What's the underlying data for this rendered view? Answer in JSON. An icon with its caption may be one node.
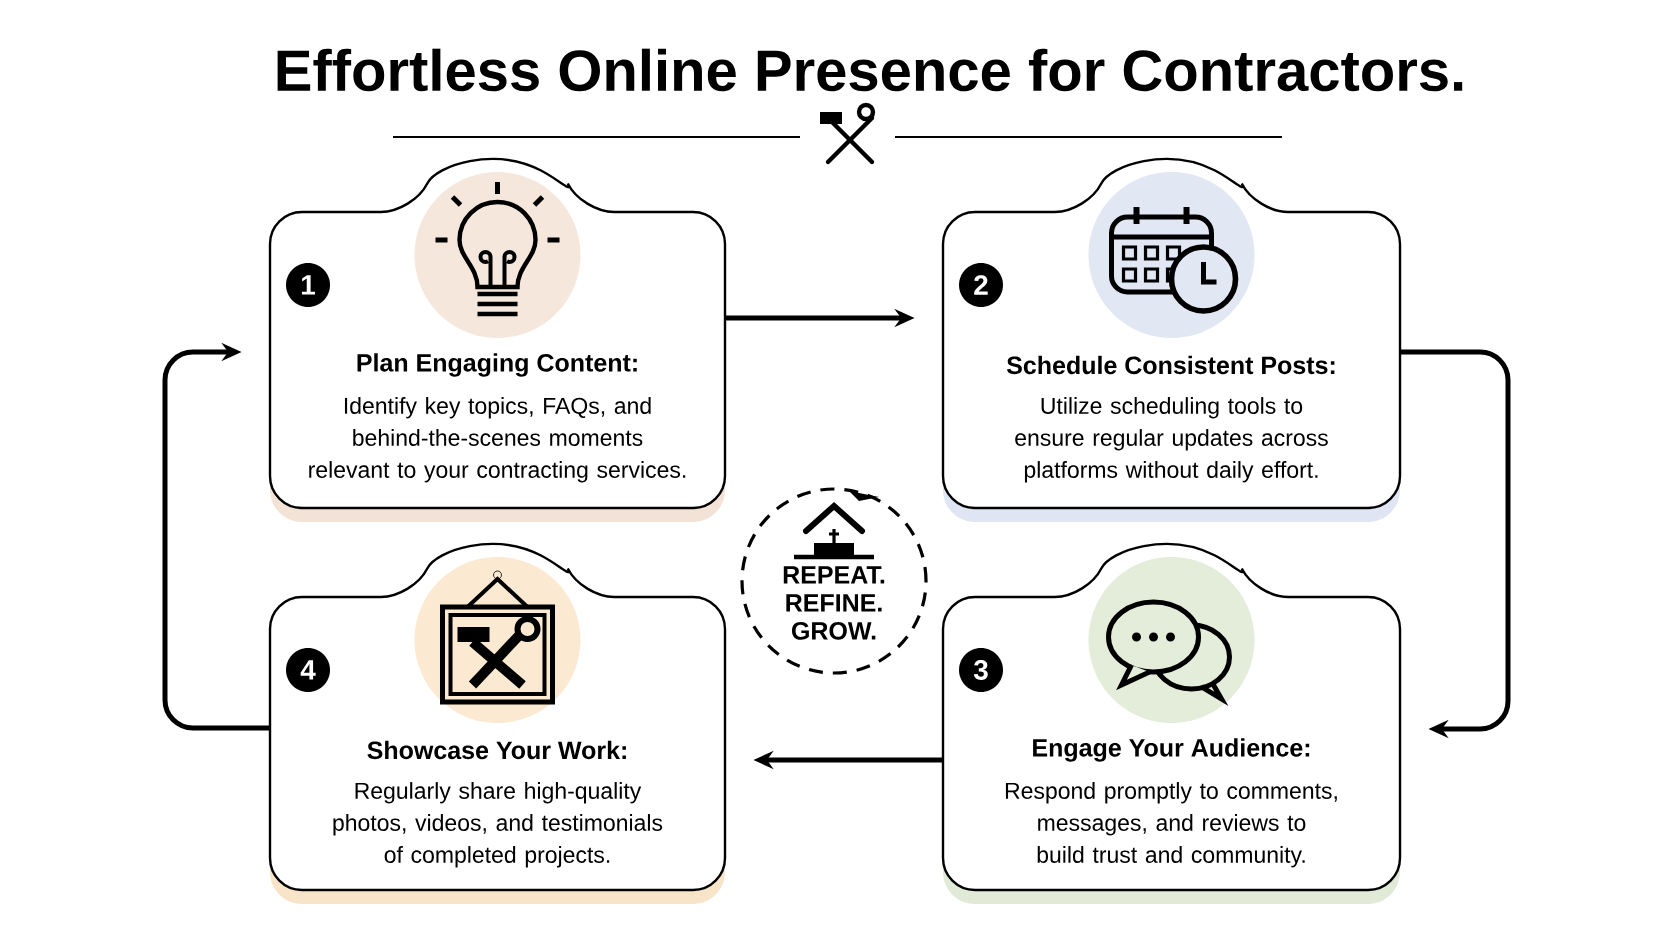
{
  "diagram": {
    "title": "Effortless Online Presence for Contractors.",
    "nodes": [
      {
        "text": [
          "1",
          "Plan Engaging Content:",
          "Identify key topics, FAQs, and behind-the-scenes moments relevant to your contracting services."
        ]
      },
      {
        "text": [
          "2",
          "Schedule Consistent Posts:",
          "Utilize scheduling tools to ensure regular updates across platforms without daily effort."
        ]
      },
      {
        "text": [
          "3",
          "Engage Your Audience:",
          "Respond promptly to comments, messages, and reviews to build trust and community."
        ]
      },
      {
        "text": [
          "4",
          "Showcase Your Work:",
          "Regularly share high-quality photos, videos, and testimonials of completed projects."
        ]
      },
      {
        "text": [
          "REPEAT. REFINE. GROW."
        ]
      }
    ],
    "edges": [
      {
        "from": 0,
        "to": 1,
        "arrow": "to"
      },
      {
        "from": 1,
        "to": 2,
        "arrow": "to"
      },
      {
        "from": 2,
        "to": 3,
        "arrow": "to"
      },
      {
        "from": 3,
        "to": 0,
        "arrow": "to"
      }
    ]
  }
}
